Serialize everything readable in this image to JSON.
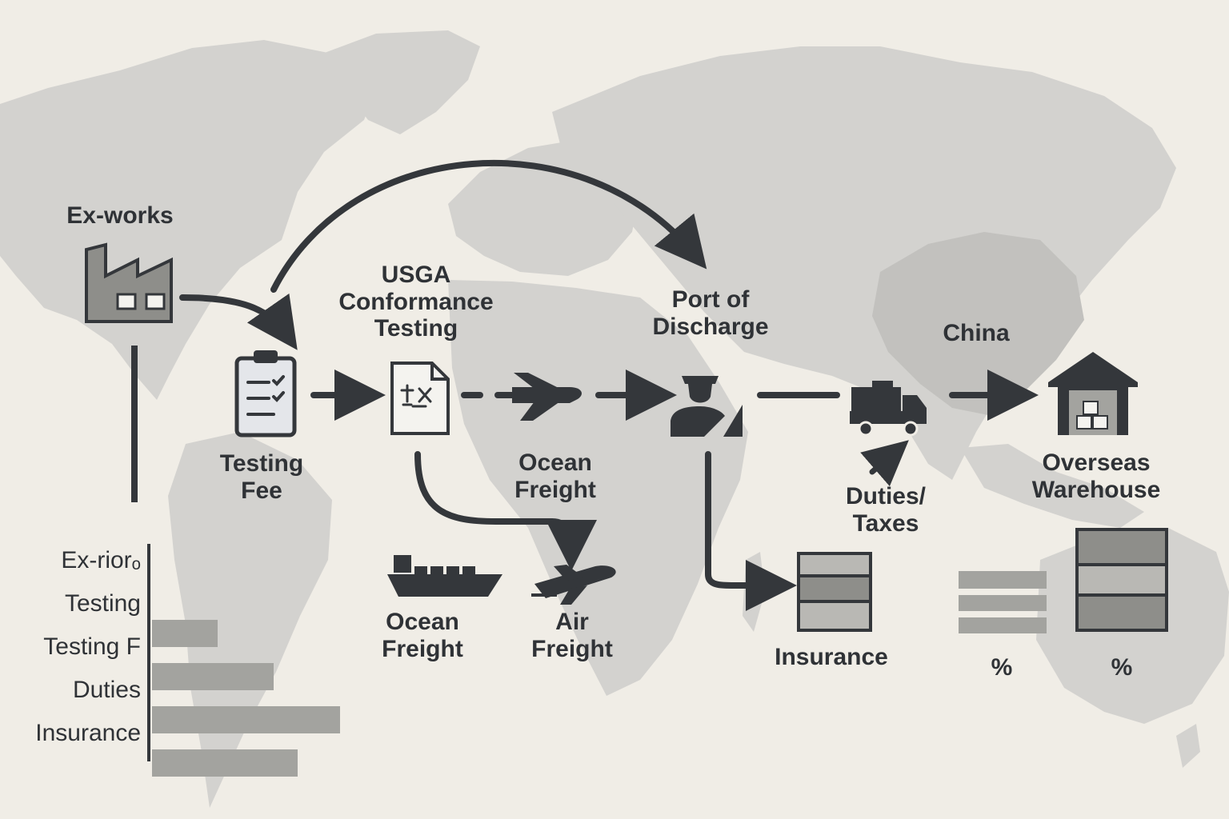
{
  "nodes": {
    "ex_works": "Ex-works",
    "usga": [
      "USGA",
      "Conformance",
      "Testing"
    ],
    "testing_fee": [
      "Testing",
      "Fee"
    ],
    "port_of_discharge": [
      "Port of",
      "Discharge"
    ],
    "china": "China",
    "ocean_freight_top": [
      "Ocean",
      "Freight"
    ],
    "overseas_warehouse": [
      "Overseas",
      "Warehouse"
    ],
    "duties_taxes": [
      "Duties/",
      "Taxes"
    ],
    "ocean_freight_bottom": [
      "Ocean",
      "Freight"
    ],
    "air_freight": [
      "Air",
      "Freight"
    ],
    "insurance": "Insurance",
    "percent_left": "%",
    "percent_right": "%"
  },
  "chart_data": {
    "type": "bar",
    "orientation": "horizontal",
    "categories": [
      "Ex-riorₒ",
      "Testing",
      "Testing F",
      "Duties",
      "Insurance"
    ],
    "values": [
      0,
      82,
      152,
      235,
      182
    ]
  },
  "colors": {
    "background": "#f0ede6",
    "map": "#d3d2cf",
    "ink": "#34373b",
    "bar": "#a3a39f",
    "bar_dark": "#8e8e8a",
    "bar_light": "#b9b8b4"
  },
  "icons": [
    "factory-icon",
    "clipboard-checklist-icon",
    "test-document-icon",
    "airplane-icon",
    "customs-officer-icon",
    "truck-icon",
    "warehouse-icon",
    "cargo-ship-icon",
    "airplane-landing-icon"
  ]
}
